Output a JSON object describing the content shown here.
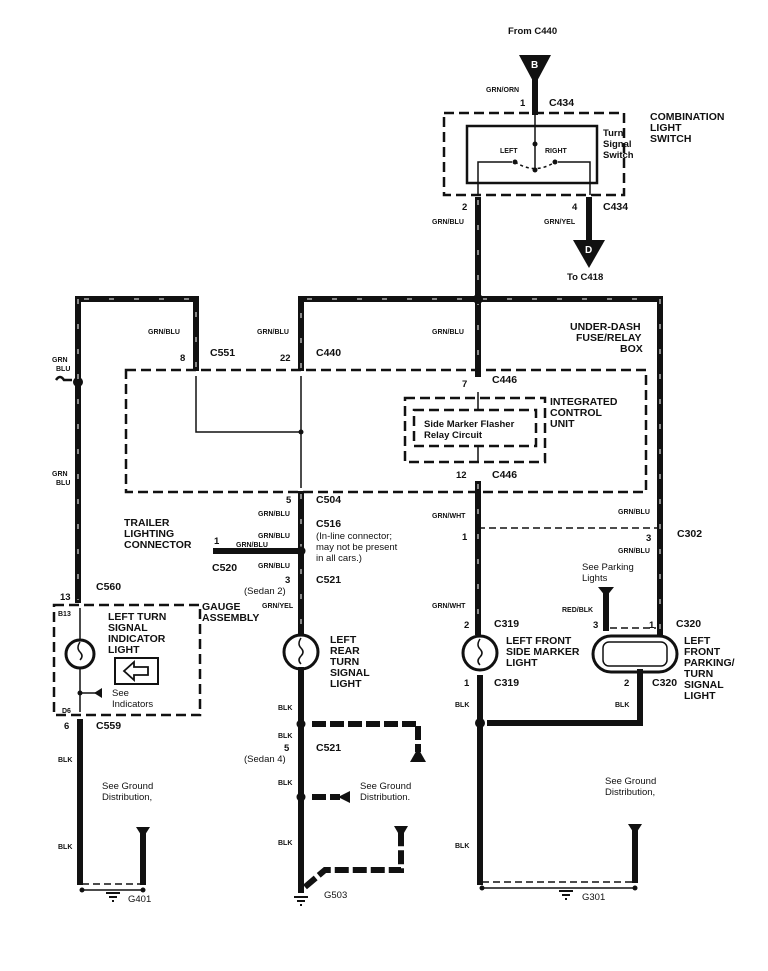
{
  "diagram": {
    "title": "Turn signal wiring - left side",
    "from_label": "From C440",
    "to_label": "To C418",
    "connectors": {
      "B": "B",
      "D": "D"
    },
    "wire_colors": {
      "grn_orn": "GRN/ORN",
      "grn_blu": "GRN/BLU",
      "grn_yel": "GRN/YEL",
      "grn_wht": "GRN/WHT",
      "red_blk": "RED/BLK",
      "blk": "BLK",
      "grn": "GRN",
      "blu": "BLU"
    },
    "combination_switch": {
      "label_1": "COMBINATION",
      "label_2": "LIGHT",
      "label_3": "SWITCH",
      "switch_1": "Turn",
      "switch_2": "Signal",
      "switch_3": "Switch",
      "left": "LEFT",
      "right": "RIGHT",
      "connector": "C434",
      "pin_in": "1",
      "pin_left": "2",
      "pin_right": "4"
    },
    "fuse_box": {
      "label_1": "UNDER-DASH",
      "label_2": "FUSE/RELAY",
      "label_3": "BOX",
      "c551": "C551",
      "c551_pin": "8",
      "c440": "C440",
      "c440_pin": "22",
      "c446": "C446",
      "c446_pin_in": "7",
      "c446_pin_out": "12",
      "c504": "C504",
      "c504_pin": "5"
    },
    "icu": {
      "label_1": "INTEGRATED",
      "label_2": "CONTROL",
      "label_3": "UNIT",
      "circuit_1": "Side Marker Flasher",
      "circuit_2": "Relay Circuit"
    },
    "trailer": {
      "label_1": "TRAILER",
      "label_2": "LIGHTING",
      "label_3": "CONNECTOR",
      "pin": "1",
      "connector": "C520"
    },
    "c516": {
      "connector": "C516",
      "note_1": "(In-line connector;",
      "note_2": "may not be present",
      "note_3": "in all cars.)"
    },
    "c521": {
      "connector": "C521",
      "pin_top": "3",
      "variant_top": "(Sedan 2)",
      "pin_bottom": "5",
      "variant_bottom": "(Sedan 4)"
    },
    "gauge": {
      "label_1": "GAUGE",
      "label_2": "ASSEMBLY",
      "c560": "C560",
      "c560_pin": "13",
      "c559": "C559",
      "c559_pin": "6",
      "pin_b13": "B13",
      "pin_d6": "D6",
      "light_1": "LEFT TURN",
      "light_2": "SIGNAL",
      "light_3": "INDICATOR",
      "light_4": "LIGHT",
      "see_1": "See",
      "see_2": "Indicators"
    },
    "rear_light": {
      "label_1": "LEFT",
      "label_2": "REAR",
      "label_3": "TURN",
      "label_4": "SIGNAL",
      "label_5": "LIGHT"
    },
    "side_marker": {
      "label_1": "LEFT FRONT",
      "label_2": "SIDE MARKER",
      "label_3": "LIGHT",
      "connector": "C319",
      "pin_top": "2",
      "pin_bottom": "1",
      "c302_pin_left": "1"
    },
    "parking_light": {
      "label_1": "LEFT",
      "label_2": "FRONT",
      "label_3": "PARKING/",
      "label_4": "TURN",
      "label_5": "SIGNAL",
      "label_6": "LIGHT",
      "connector": "C320",
      "pin_3": "3",
      "pin_1": "1",
      "pin_2": "2",
      "c302": "C302",
      "c302_pin": "3",
      "see_1": "See Parking",
      "see_2": "Lights"
    },
    "grounds": {
      "see_1": "See Ground",
      "see_2a": "Distribution,",
      "see_2b": "Distribution.",
      "g401": "G401",
      "g503": "G503",
      "g301": "G301"
    }
  }
}
